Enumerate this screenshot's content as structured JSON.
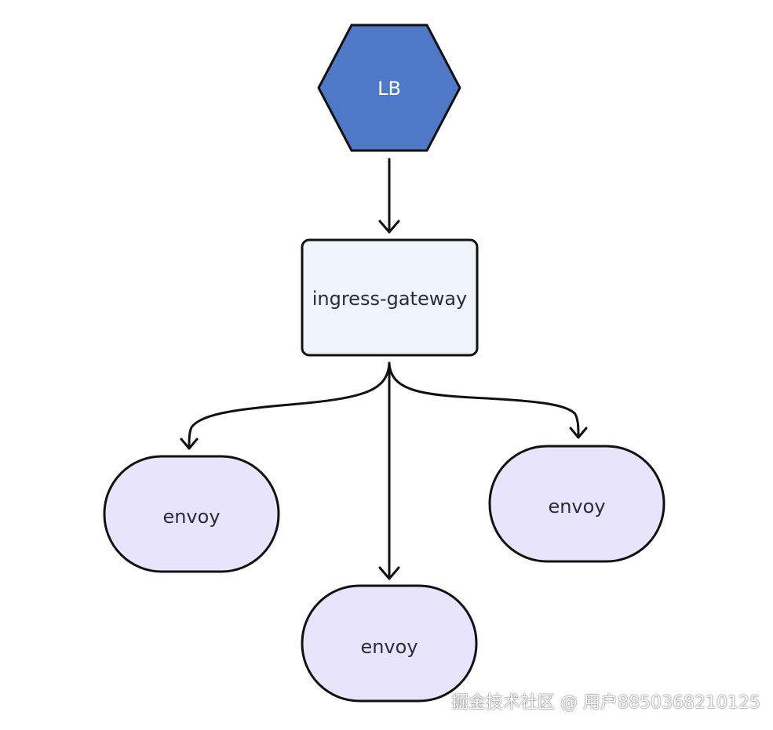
{
  "nodes": {
    "lb": {
      "label": "LB",
      "fill": "#4f78c7",
      "stroke": "#111111"
    },
    "gateway": {
      "label": "ingress-gateway",
      "fill": "#eff3fa",
      "stroke": "#111111"
    },
    "envoy_left": {
      "label": "envoy",
      "fill": "#e7e4fb",
      "stroke": "#111111"
    },
    "envoy_bottom": {
      "label": "envoy",
      "fill": "#e7e4fb",
      "stroke": "#111111"
    },
    "envoy_right": {
      "label": "envoy",
      "fill": "#e7e4fb",
      "stroke": "#111111"
    }
  },
  "edges": [
    {
      "from": "LB",
      "to": "ingress-gateway"
    },
    {
      "from": "ingress-gateway",
      "to": "envoy (left)"
    },
    {
      "from": "ingress-gateway",
      "to": "envoy (bottom)"
    },
    {
      "from": "ingress-gateway",
      "to": "envoy (right)"
    }
  ],
  "watermark": {
    "text": "掘金技术社区 @ 用户8850368210125"
  }
}
